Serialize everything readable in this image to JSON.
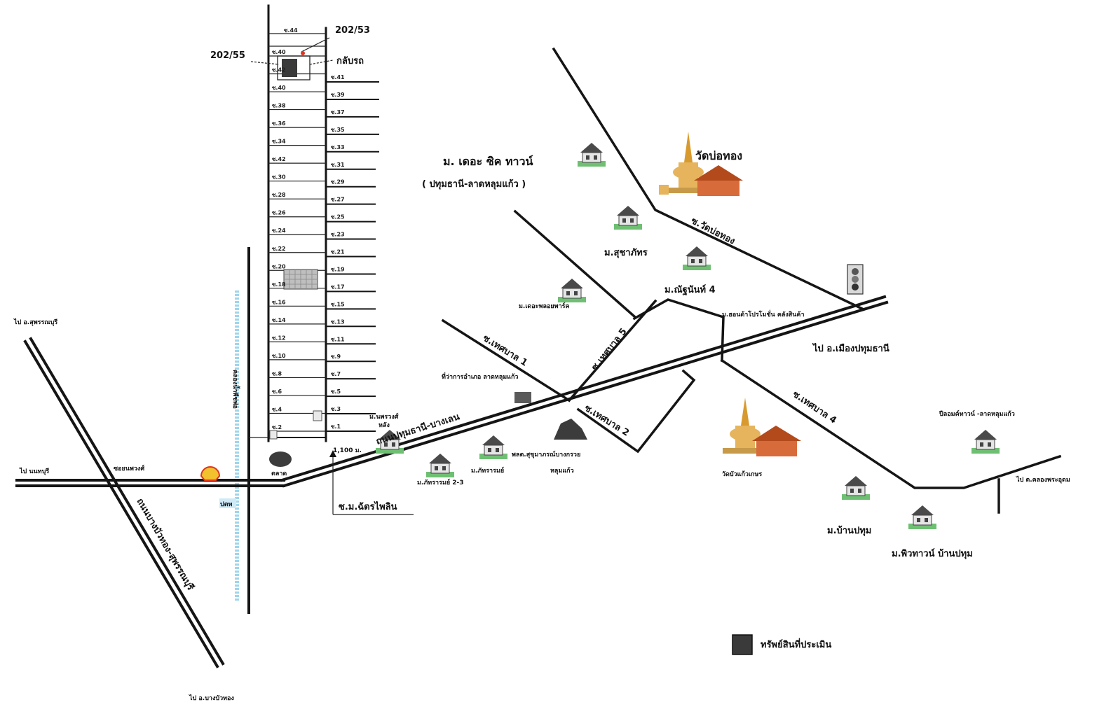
{
  "map": {
    "labels": {
      "plot_a": "202/53",
      "plot_b": "202/55",
      "return_point": "กลับรถ",
      "village_cd_town": "ม. เดอะ ซิค ทาวน์",
      "village_cd_town_sub": "( ปทุมธานี-ลาดหลุมแก้ว )",
      "wat_bo_thong": "วัดบ่อทอง",
      "soi_wat_bo_thong": "ซ.วัดบ่อทอง",
      "village_suphatra": "ม.สุชาภัทร",
      "village_nararat": "ม.ณัฐนันท์ 4",
      "village_the_park": "ม.เดอะพลอยพาร์ค",
      "soi_thetsaban_5": "ซ.เทศบาล 5",
      "soi_thetsaban_1": "ซ.เทศบาล 1",
      "soi_thetsaban_2": "ซ.เทศบาล 2",
      "soi_thetsaban_4": "ซ.เทศบาล 4",
      "to_mueang_pathum": "ไป อ.เมืองปทุมธานี",
      "honda_shop": "ม.ฮอนด้าโปรโมชั่น คลังสินค้า",
      "district_office": "ที่ว่าการอำเภอ ลาดหลุมแก้ว",
      "main_road": "ถนนปทุมธานี-บางเลน",
      "village_near_road": "ม.นพรวงศ์",
      "village_near_road_2": "หลัง",
      "distance": "1,100 ม.",
      "soi_entrance": "ซ.ม.ฉัตรไพลิน",
      "village_phatraphan": "ม.ภัทรารมย์",
      "village_phatraphan_23": "ม.ภัทรารมย์ 2-3",
      "police_station": "พลต.สุขุมาภรณ์บางกรวย",
      "police_station_2": "หลุมแก้ว",
      "wat_bua_khwan": "วัดบัวแก้วเกษร",
      "village_ban_pathum": "ม.บ้านปทุม",
      "village_pitawan": "ม.พิวทาวน์ บ้านปทุม",
      "village_pitawan_lad": "ปีลอมค์ทาวน์ -ลาดหลุมแก้ว",
      "to_khlong": "ไป ต.คลองพระอุดม",
      "to_suphanburi": "ไป อ.สุพรรณบุรี",
      "to_bang_bua_thong": "ไป อ.บางบัวทอง",
      "to_bangkok": "ไป นนทบุรี",
      "soi_noppawong": "ซอยนพวงศ์",
      "market": "ตลาด",
      "canal": "คลองน้ำพืชพ่อ",
      "highway_diag": "ถนนบางบัวทอง-สุพรรณบุรี",
      "gas_station": "ปตท"
    },
    "legend": {
      "label": "ทรัพย์สินที่ประเมิน",
      "color": "#3a3a3a"
    },
    "soi_left": [
      "ซ.40",
      "ซ.42",
      "ซ.40",
      "ซ.38",
      "ซ.36",
      "ซ.34",
      "ซ.42",
      "ซ.30",
      "ซ.28",
      "ซ.26",
      "ซ.24",
      "ซ.22",
      "ซ.20",
      "ซ.18",
      "ซ.16",
      "ซ.14",
      "ซ.12",
      "ซ.10",
      "ซ.8",
      "ซ.6",
      "ซ.4",
      "ซ.2"
    ],
    "soi_right": [
      "ซ.41",
      "ซ.39",
      "ซ.37",
      "ซ.35",
      "ซ.33",
      "ซ.31",
      "ซ.29",
      "ซ.27",
      "ซ.25",
      "ซ.23",
      "ซ.21",
      "ซ.19",
      "ซ.17",
      "ซ.15",
      "ซ.13",
      "ซ.11",
      "ซ.9",
      "ซ.7",
      "ซ.5",
      "ซ.3",
      "ซ.1"
    ],
    "soi_top": "ซ.44",
    "colors": {
      "road": "#151515",
      "canal": "#9fd6ec",
      "temple_gold": "#d89a2e",
      "temple_roof": "#b34a1c",
      "house_roof": "#4a4a4a",
      "house_green": "#6fbf73",
      "asset": "#3a3a3a",
      "shell_red": "#e0341f",
      "shell_yellow": "#f2c12e"
    }
  }
}
